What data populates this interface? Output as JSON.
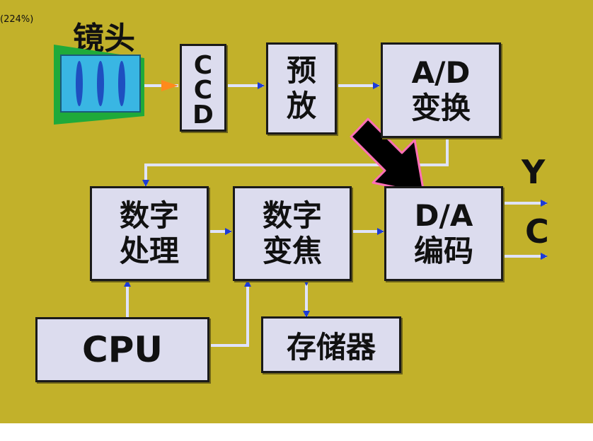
{
  "zoom": "(224%)",
  "lens_label": "镜头",
  "ccd": "CCD",
  "preamp": "预\n放",
  "ad": "A/D\n变换",
  "digital_processing": "数字\n处理",
  "digital_zoom": "数字\n变焦",
  "da": "D/A\n编码",
  "cpu": "CPU",
  "memory": "存储器",
  "out_y": "Y",
  "out_c": "C",
  "colors": {
    "background": "#c2b12a",
    "box": "#dcdcee",
    "arrow": "#1c3bd6",
    "wire": "#dfe3ff"
  }
}
